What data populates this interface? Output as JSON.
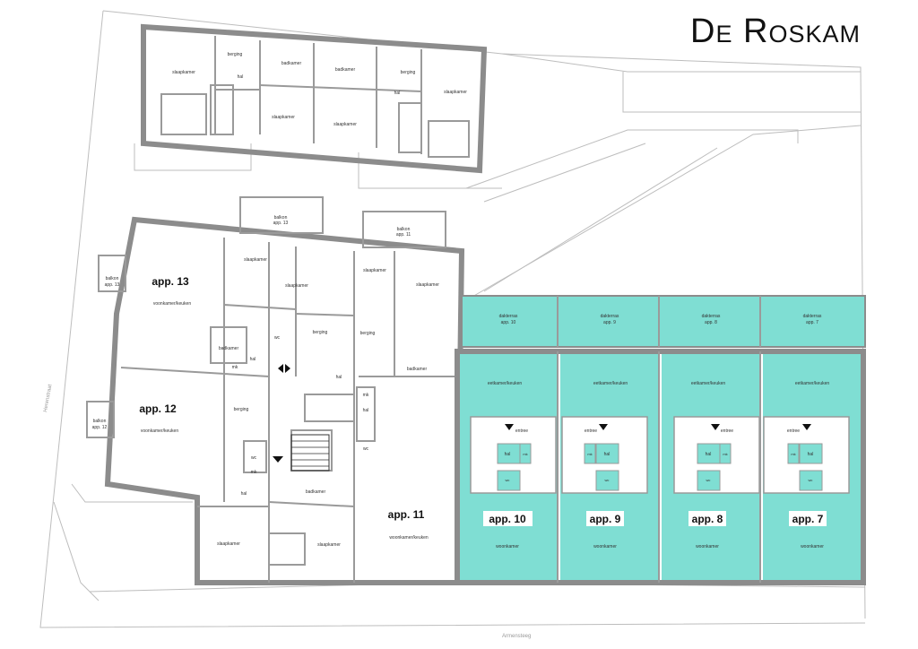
{
  "title": "De Roskam",
  "colors": {
    "highlight": "#7fded3",
    "wall": "#8c8c8c",
    "site_line": "#bdbdbd"
  },
  "streets": {
    "left": "Herenstraat",
    "bottom": "Armensteeg"
  },
  "apartments": {
    "app13": "app. 13",
    "app12": "app. 12",
    "app11": "app. 11",
    "app10": "app. 10",
    "app9": "app. 9",
    "app8": "app. 8",
    "app7": "app. 7"
  },
  "rooms": {
    "slaapkamer": "slaapkamer",
    "berging": "berging",
    "badkamer": "badkamer",
    "hal": "hal",
    "wc": "wc",
    "mk": "mk",
    "entree": "entree",
    "voonkamer_keuken": "voonkamer/keuken",
    "woonkamer_keuken": "woonkamer/keuken",
    "eetkamer_keuken": "eetkamer/keuken",
    "woonkamer": "woonkamer",
    "balkon": "balkon",
    "dakterras": "dakterras",
    "app13_small": "app. 13",
    "app12_small": "app. 12",
    "app11_small": "app. 11",
    "app10_small": "app. 10",
    "app9_small": "app. 9",
    "app8_small": "app. 8",
    "app7_small": "app. 7"
  }
}
